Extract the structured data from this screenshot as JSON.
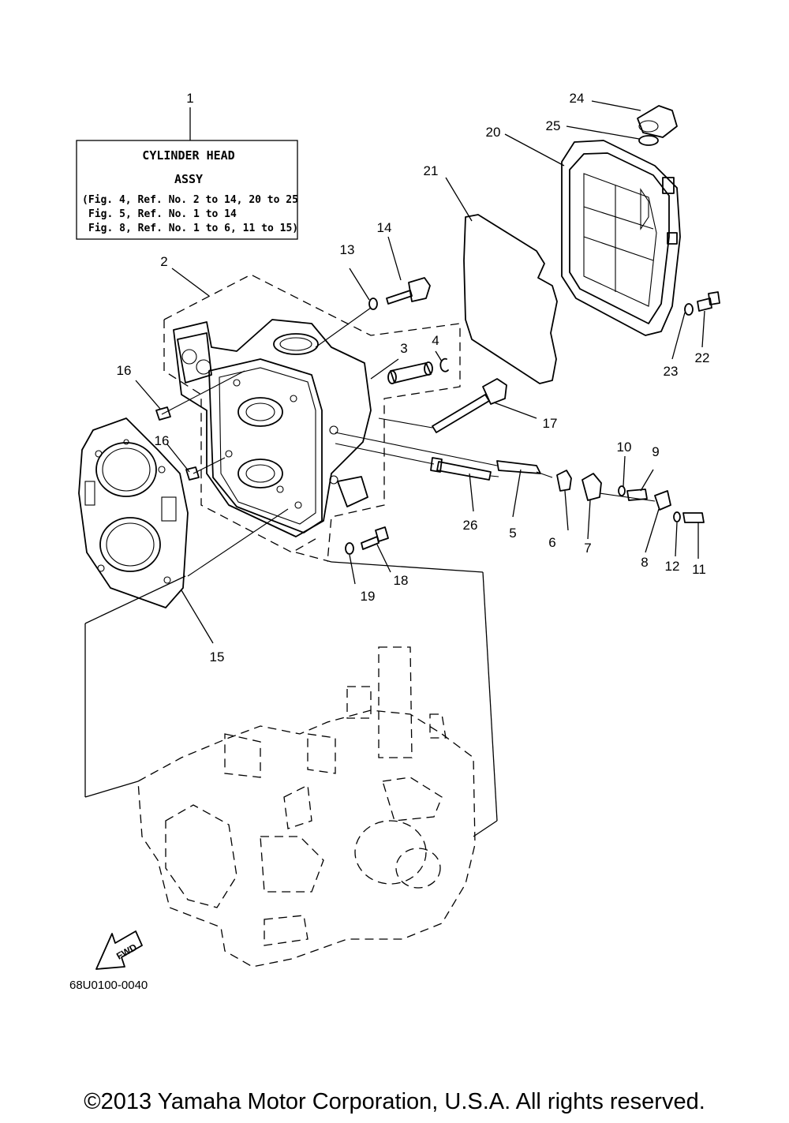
{
  "info_box": {
    "title_line1": "CYLINDER HEAD",
    "title_line2": "ASSY",
    "refs": [
      "(Fig. 4, Ref. No. 2 to 14, 20 to 25",
      "Fig. 5, Ref. No. 1 to 14",
      "Fig. 8, Ref. No. 1 to 6, 11 to 15)"
    ]
  },
  "callouts": [
    "1",
    "2",
    "3",
    "4",
    "5",
    "6",
    "7",
    "8",
    "9",
    "10",
    "11",
    "12",
    "13",
    "14",
    "15",
    "16",
    "16",
    "17",
    "18",
    "19",
    "20",
    "21",
    "22",
    "23",
    "24",
    "25",
    "26"
  ],
  "fwd_label": "FWD",
  "diagram_code": "68U0100-0040",
  "copyright": "©2013 Yamaha Motor Corporation, U.S.A. All rights reserved."
}
